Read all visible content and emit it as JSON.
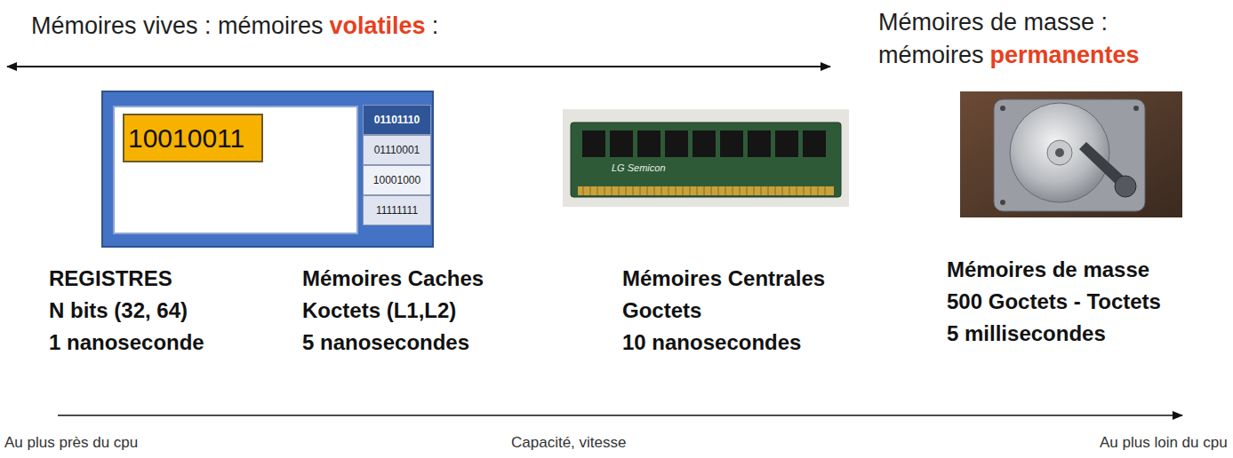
{
  "diagram": {
    "nodes": [
      {
        "text": [
          "10010011"
        ]
      },
      {
        "text": [
          "01101110"
        ]
      },
      {
        "text": [
          "01110001"
        ]
      },
      {
        "text": [
          "10001000"
        ]
      },
      {
        "text": [
          "11111111"
        ]
      }
    ],
    "labels": [
      "Mémoires vives : mémoires",
      "volatiles",
      ":",
      "Mémoires de masse :",
      "mémoires",
      "permanentes",
      "LG Semicon",
      "REGISTRES",
      "N bits (32, 64)",
      "1 nanoseconde",
      "Mémoires Caches",
      "Koctets (L1,L2)",
      "5 nanosecondes",
      "Mémoires Centrales",
      "Goctets",
      "10 nanosecondes",
      "Mémoires de masse",
      "500 Goctets - Toctets",
      "5 millisecondes",
      "Au plus près du cpu",
      "Capacité, vitesse",
      "Au plus loin du cpu"
    ]
  }
}
